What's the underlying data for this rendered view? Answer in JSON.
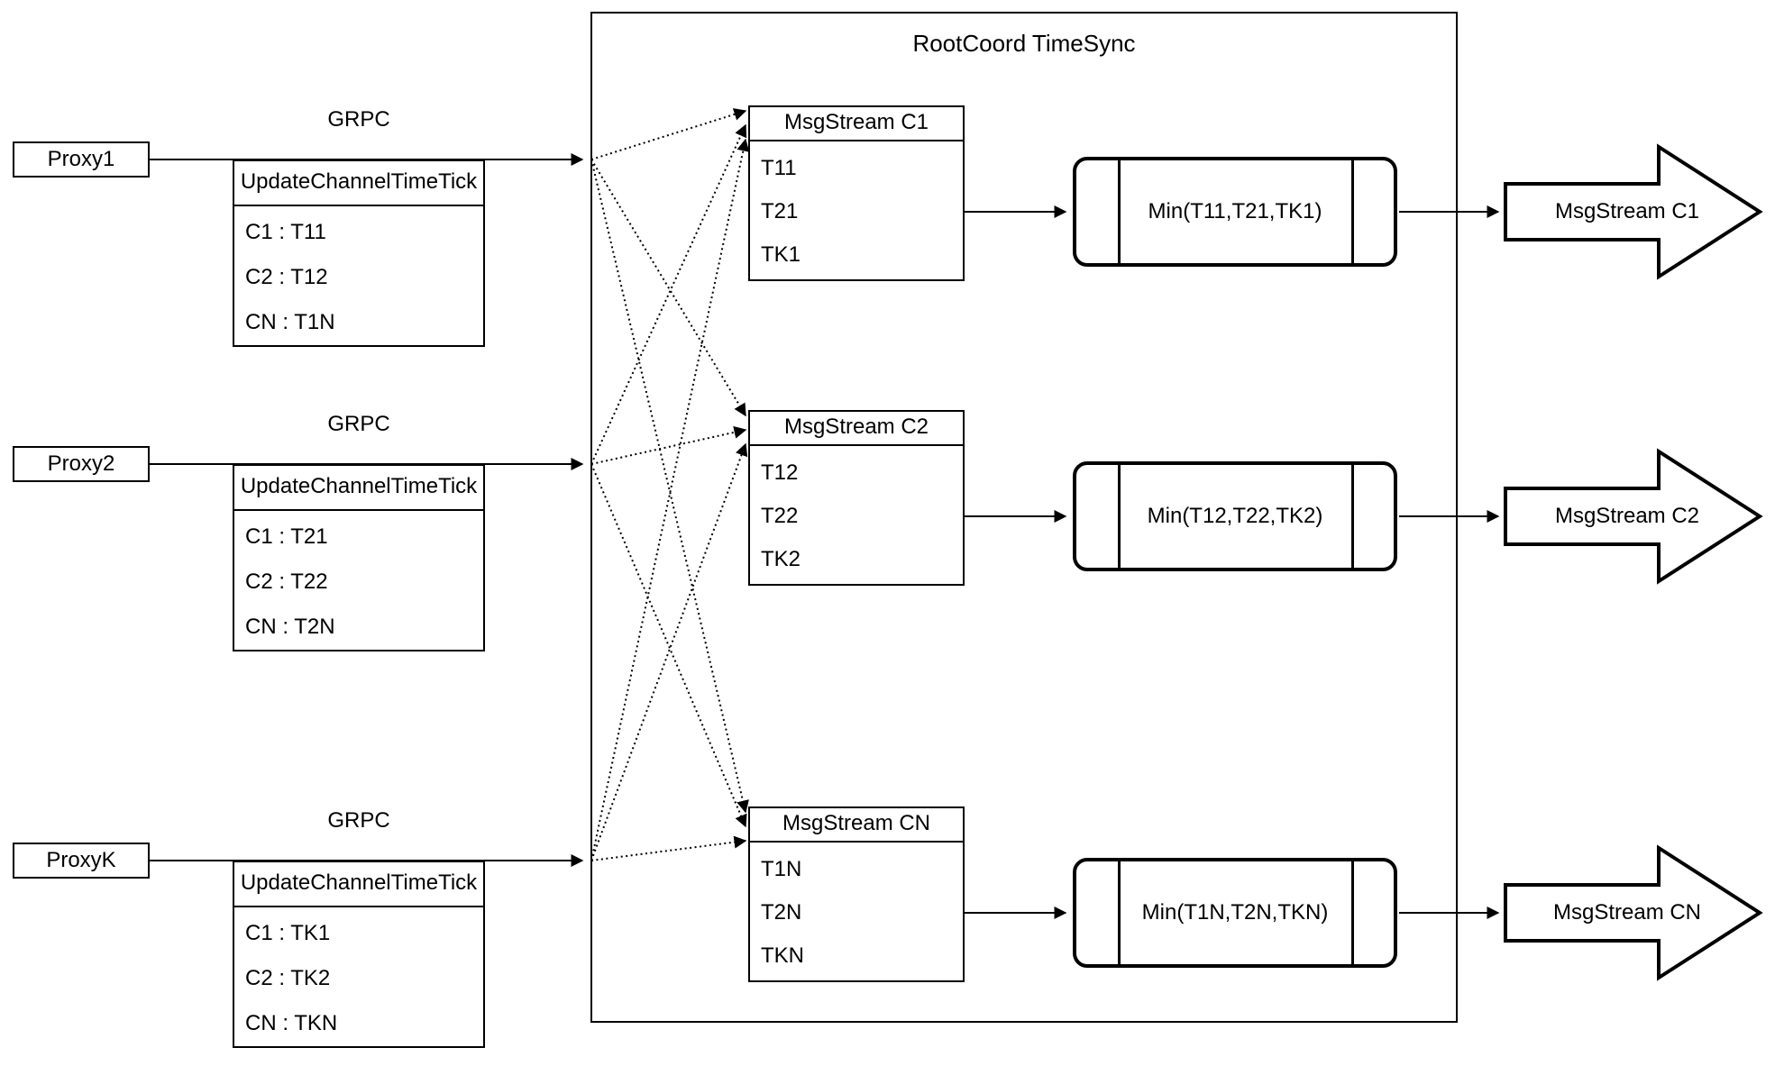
{
  "rootcoord": {
    "title": "RootCoord TimeSync"
  },
  "rows": [
    {
      "proxy_label": "Proxy1",
      "grpc_label": "GRPC",
      "update_table": {
        "header": "UpdateChannelTimeTick",
        "entries": [
          "C1 : T11",
          "C2 : T12",
          "CN : T1N"
        ]
      },
      "msg_table": {
        "header": "MsgStream C1",
        "entries": [
          "T11",
          "T21",
          "TK1"
        ]
      },
      "min_label": "Min(T11,T21,TK1)",
      "output_label": "MsgStream C1"
    },
    {
      "proxy_label": "Proxy2",
      "grpc_label": "GRPC",
      "update_table": {
        "header": "UpdateChannelTimeTick",
        "entries": [
          "C1 : T21",
          "C2 : T22",
          "CN : T2N"
        ]
      },
      "msg_table": {
        "header": "MsgStream C2",
        "entries": [
          "T12",
          "T22",
          "TK2"
        ]
      },
      "min_label": "Min(T12,T22,TK2)",
      "output_label": "MsgStream C2"
    },
    {
      "proxy_label": "ProxyK",
      "grpc_label": "GRPC",
      "update_table": {
        "header": "UpdateChannelTimeTick",
        "entries": [
          "C1 : TK1",
          "C2 : TK2",
          "CN : TKN"
        ]
      },
      "msg_table": {
        "header": "MsgStream CN",
        "entries": [
          "T1N",
          "T2N",
          "TKN"
        ]
      },
      "min_label": "Min(T1N,T2N,TKN)",
      "output_label": "MsgStream CN"
    }
  ],
  "colors": {
    "stroke": "#000000",
    "background": "#ffffff"
  }
}
